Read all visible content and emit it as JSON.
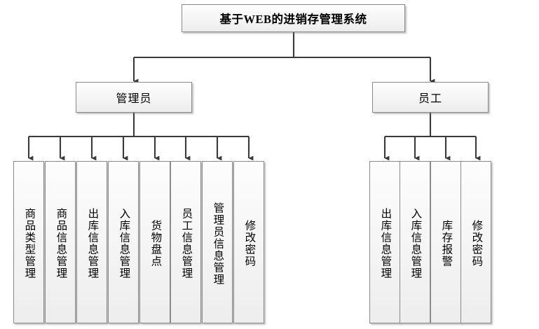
{
  "diagram": {
    "type": "hierarchy-tree",
    "title_node": {
      "label": "基于WEB的进销存管理系统"
    },
    "branches": [
      {
        "id": "admin",
        "label": "管理员",
        "leaves": [
          {
            "label": "商品类型管理"
          },
          {
            "label": "商品信息管理"
          },
          {
            "label": "出库信息管理"
          },
          {
            "label": "入库信息管理"
          },
          {
            "label": "货物盘点"
          },
          {
            "label": "员工信息管理"
          },
          {
            "label": "管理员信息管理"
          },
          {
            "label": "修改密码"
          }
        ]
      },
      {
        "id": "staff",
        "label": "员工",
        "leaves": [
          {
            "label": "出库信息管理"
          },
          {
            "label": "入库信息管理"
          },
          {
            "label": "库存报警"
          },
          {
            "label": "修改密码"
          }
        ]
      }
    ],
    "colors": {
      "box_border": "#8a8a8a",
      "box_fill_top": "#fdfdfd",
      "box_fill_bottom": "#ededee",
      "connector": "#3a3a3a",
      "text": "#000000",
      "background": "#ffffff"
    }
  }
}
